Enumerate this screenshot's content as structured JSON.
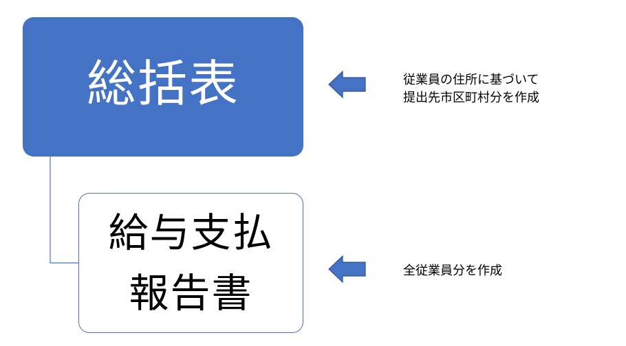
{
  "diagram": {
    "top_box": {
      "label": "総括表",
      "color": "#4472c4",
      "text_color": "#ffffff"
    },
    "bottom_box": {
      "lines": [
        "給与支払",
        "報告書"
      ],
      "border_color": "#4472c4",
      "fill_color": "#ffffff"
    },
    "annotations": [
      {
        "lines": [
          "従業員の住所に基づいて",
          "提出先市区町村分を作成"
        ],
        "arrow_icon": "left-arrow-icon"
      },
      {
        "lines": [
          "全従業員分を作成"
        ],
        "arrow_icon": "left-arrow-icon"
      }
    ],
    "arrow_color": "#4472c4",
    "connector_color": "#4472c4"
  }
}
